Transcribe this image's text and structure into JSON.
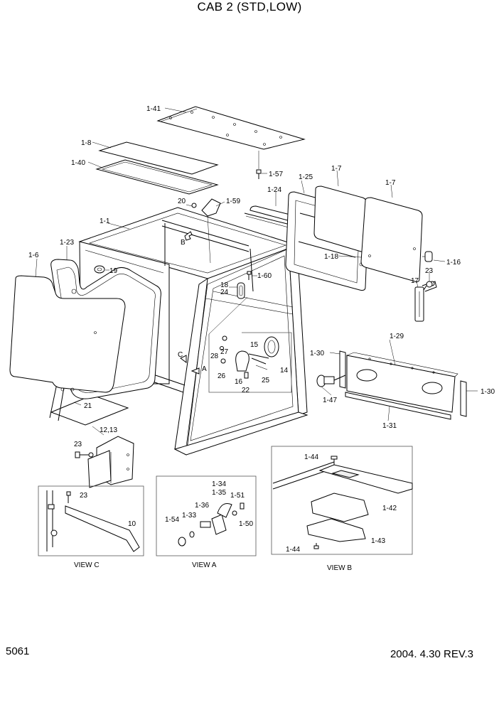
{
  "title": "CAB 2 (STD,LOW)",
  "page_number": "5061",
  "revision": "2004. 4.30 REV.3",
  "views": {
    "view_c": "VIEW C",
    "view_a": "VIEW A",
    "view_b": "VIEW B"
  },
  "markers": {
    "a": "A",
    "b": "B",
    "c": "C"
  },
  "labels": {
    "p1_41": "1-41",
    "p1_8": "1-8",
    "p1_40": "1-40",
    "p1_57": "1-57",
    "p1_25": "1-25",
    "p1_7a": "1-7",
    "p1_7b": "1-7",
    "p1_24": "1-24",
    "p20": "20",
    "p1_59": "1-59",
    "p1_1": "1-1",
    "p1_23": "1-23",
    "p1_6": "1-6",
    "p19": "19",
    "p1_18": "1-18",
    "p1_16": "1-16",
    "p23a": "23",
    "p1_60": "1-60",
    "p18": "18",
    "p24": "24",
    "p17": "17",
    "p28": "28",
    "p27": "27",
    "p15": "15",
    "p26": "26",
    "p16": "16",
    "p22": "22",
    "p25": "25",
    "p14": "14",
    "p1_29": "1-29",
    "p1_30a": "1-30",
    "p1_30b": "1-30",
    "p1_47": "1-47",
    "p1_31": "1-31",
    "p21": "21",
    "p12_13": "12,13",
    "p23b": "23",
    "p23c": "23",
    "p10": "10",
    "p1_34": "1-34",
    "p1_35": "1-35",
    "p1_36": "1-36",
    "p1_51": "1-51",
    "p1_33": "1-33",
    "p1_54": "1-54",
    "p1_50": "1-50",
    "p1_44a": "1-44",
    "p1_42": "1-42",
    "p1_43": "1-43",
    "p1_44b": "1-44"
  }
}
